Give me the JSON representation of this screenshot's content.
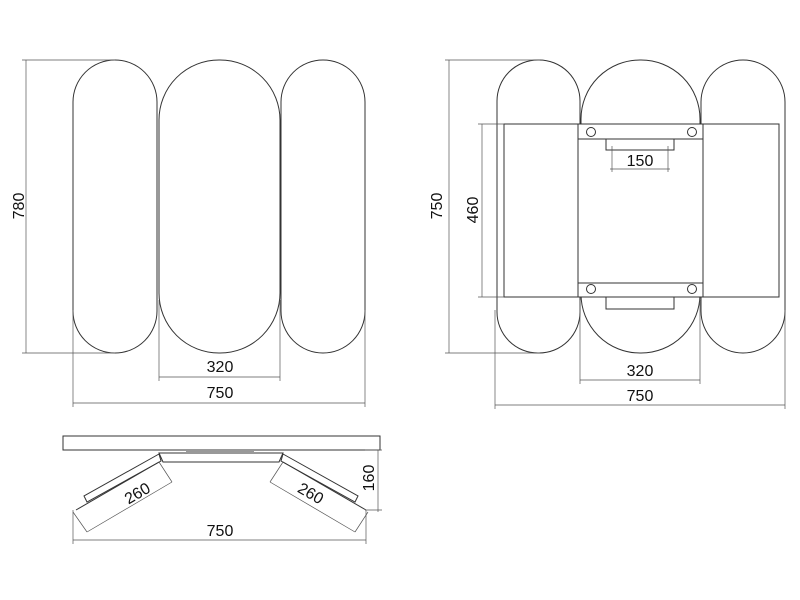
{
  "front_view": {
    "height_label": "780",
    "center_width_label": "320",
    "total_width_label": "750"
  },
  "open_view": {
    "height_label": "750",
    "panel_height_label": "460",
    "bracket_width_label": "150",
    "center_width_label": "320",
    "total_width_label": "750"
  },
  "top_view": {
    "depth_label": "160",
    "wing_left_label": "260",
    "wing_right_label": "260",
    "total_width_label": "750"
  }
}
